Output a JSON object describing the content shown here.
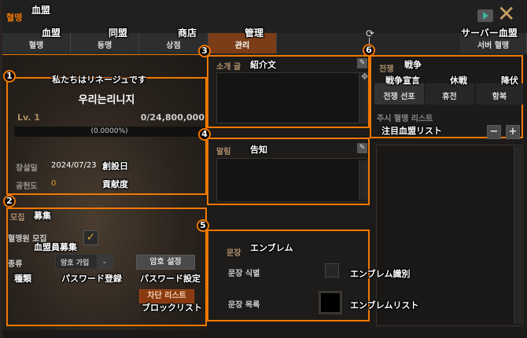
{
  "window": {
    "title_ko": "혈맹",
    "title_ja": "血盟"
  },
  "tabs": [
    {
      "ko": "혈맹",
      "ja": "血盟"
    },
    {
      "ko": "동맹",
      "ja": "同盟"
    },
    {
      "ko": "상점",
      "ja": "商店"
    },
    {
      "ko": "관리",
      "ja": "管理",
      "active": true
    }
  ],
  "server_tab": {
    "ko": "서버 혈맹",
    "ja": "サーバー血盟"
  },
  "markers": [
    "1",
    "2",
    "3",
    "4",
    "5",
    "6"
  ],
  "clan": {
    "motto_ja": "私たちはリネージュです",
    "name": "우리는리니지",
    "level": "Lv. 1",
    "exp": "0/24,800,000",
    "exp_pct_text": "(0.0000%)",
    "exp_fraction": 0.0,
    "founded_label": "창설일",
    "founded_date": "2024/07/23",
    "founded_ja": "創設日",
    "contrib_label": "공헌도",
    "contrib_value": "0",
    "contrib_ja": "貢献度"
  },
  "recruit": {
    "label": "모집",
    "label_ja": "募集",
    "member_recruit": "혈맹원 모집",
    "member_recruit_ja": "血盟員募集",
    "checked": true,
    "type_label": "종류",
    "type_ja": "種類",
    "type_value": "암호 가입",
    "type_value_ja": "パスワード登録",
    "pw_button": "암호 설정",
    "pw_button_ja": "パスワード設定",
    "block_button": "차단 리스트",
    "block_button_ja": "ブロックリスト"
  },
  "intro": {
    "label": "소개 글",
    "label_ja": "紹介文",
    "text": ""
  },
  "notice": {
    "label": "알림",
    "label_ja": "告知",
    "text": ""
  },
  "emblem": {
    "label": "문장",
    "label_ja": "エンブレム",
    "identify": "문장 식별",
    "identify_ja": "エンブレム識別",
    "list": "문장 목록",
    "list_ja": "エンブレムリスト"
  },
  "war": {
    "label": "전쟁",
    "label_ja": "戦争",
    "declare": "전쟁 선포",
    "declare_ja": "戦争宣言",
    "truce": "휴전",
    "truce_ja": "休戦",
    "surrender": "항복",
    "surrender_ja": "降伏",
    "watch_label": "주시 혈맹 리스트",
    "watch_ja": "注目血盟リスト",
    "minus": "−",
    "plus": "+"
  },
  "colors": {
    "accent": "#f07800",
    "active_tab": "#7a3d18",
    "block_button": "#8a3a10"
  }
}
